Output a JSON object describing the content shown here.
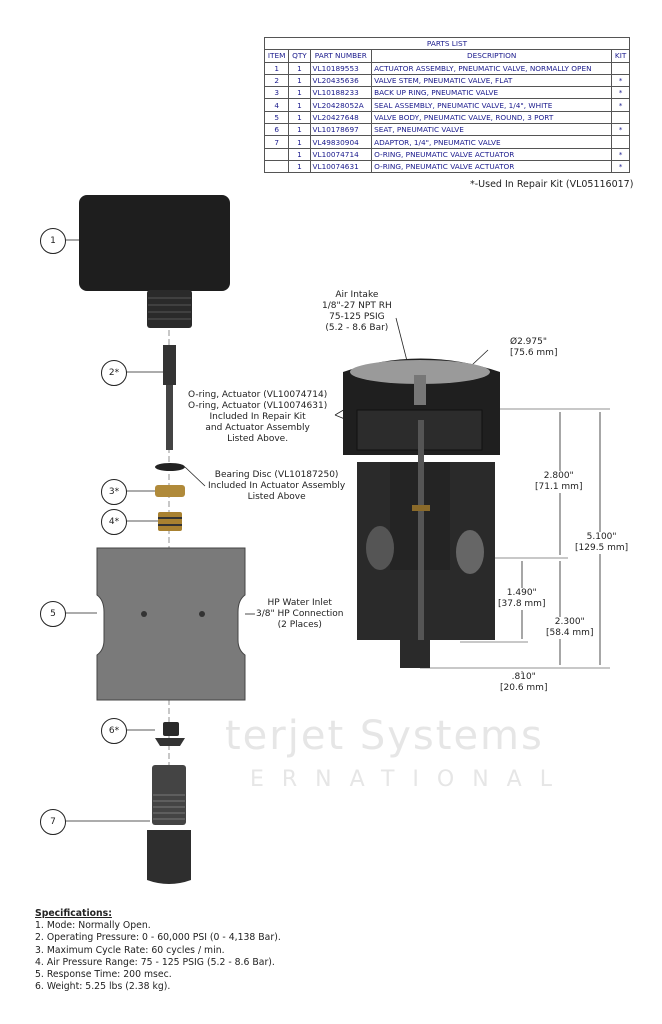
{
  "parts_list": {
    "title": "PARTS LIST",
    "headers": [
      "ITEM",
      "QTY",
      "PART NUMBER",
      "DESCRIPTION",
      "KIT"
    ],
    "rows": [
      [
        "1",
        "1",
        "VL10189553",
        "ACTUATOR ASSEMBLY, PNEUMATIC VALVE, NORMALLY OPEN",
        ""
      ],
      [
        "2",
        "1",
        "VL20435636",
        "VALVE STEM, PNEUMATIC VALVE, FLAT",
        "*"
      ],
      [
        "3",
        "1",
        "VL10188233",
        "BACK UP RING, PNEUMATIC VALVE",
        "*"
      ],
      [
        "4",
        "1",
        "VL20428052A",
        "SEAL ASSEMBLY, PNEUMATIC VALVE, 1/4\", WHITE",
        "*"
      ],
      [
        "5",
        "1",
        "VL20427648",
        "VALVE BODY, PNEUMATIC VALVE, ROUND, 3 PORT",
        ""
      ],
      [
        "6",
        "1",
        "VL10178697",
        "SEAT, PNEUMATIC VALVE",
        "*"
      ],
      [
        "7",
        "1",
        "VL49830904",
        "ADAPTOR, 1/4\", PNEUMATIC VALVE",
        ""
      ],
      [
        "",
        "1",
        "VL10074714",
        "O-RING, PNEUMATIC VALVE ACTUATOR",
        "*"
      ],
      [
        "",
        "1",
        "VL10074631",
        "O-RING, PNEUMATIC VALVE ACTUATOR",
        "*"
      ]
    ],
    "note": "*-Used In Repair Kit (VL05116017)"
  },
  "callouts": [
    "1",
    "2*",
    "3*",
    "4*",
    "5",
    "6*",
    "7"
  ],
  "labels": {
    "air_intake": [
      "Air Intake",
      "1/8\"-27 NPT RH",
      "75-125 PSIG",
      "(5.2 - 8.6 Bar)"
    ],
    "diameter": [
      "Ø2.975\"",
      "[75.6 mm]"
    ],
    "orings": [
      "O-ring, Actuator (VL10074714)",
      "O-ring, Actuator (VL10074631)",
      "Included In Repair Kit",
      "and Actuator Assembly",
      "Listed Above."
    ],
    "bearing": [
      "Bearing Disc (VL10187250)",
      "Included In Actuator Assembly",
      "Listed Above"
    ],
    "water_inlet": [
      "HP Water Inlet",
      "3/8\" HP Connection",
      "(2 Places)"
    ],
    "dim_2800": [
      "2.800\"",
      "[71.1 mm]"
    ],
    "dim_5100": [
      "5.100\"",
      "[129.5 mm]"
    ],
    "dim_1490": [
      "1.490\"",
      "[37.8 mm]"
    ],
    "dim_2300": [
      "2.300\"",
      "[58.4 mm]"
    ],
    "dim_810": [
      ".810\"",
      "[20.6 mm]"
    ]
  },
  "watermark": [
    "terjet Systems",
    "ERNATIONAL"
  ],
  "specifications": {
    "title": "Specifications:",
    "items": [
      "1. Mode: Normally Open.",
      "2. Operating Pressure: 0 - 60,000 PSI (0 - 4,138 Bar).",
      "3. Maximum Cycle Rate: 60 cycles / min.",
      "4. Air Pressure Range: 75 - 125 PSIG (5.2 - 8.6 Bar).",
      "5. Response Time: 200 msec.",
      "6. Weight: 5.25 lbs (2.38 kg)."
    ]
  },
  "colors": {
    "table_text": "#1a1a8c",
    "part_dark": "#1c1c1c",
    "body_gray": "#7a7a7a",
    "brass": "#b08a3a"
  }
}
